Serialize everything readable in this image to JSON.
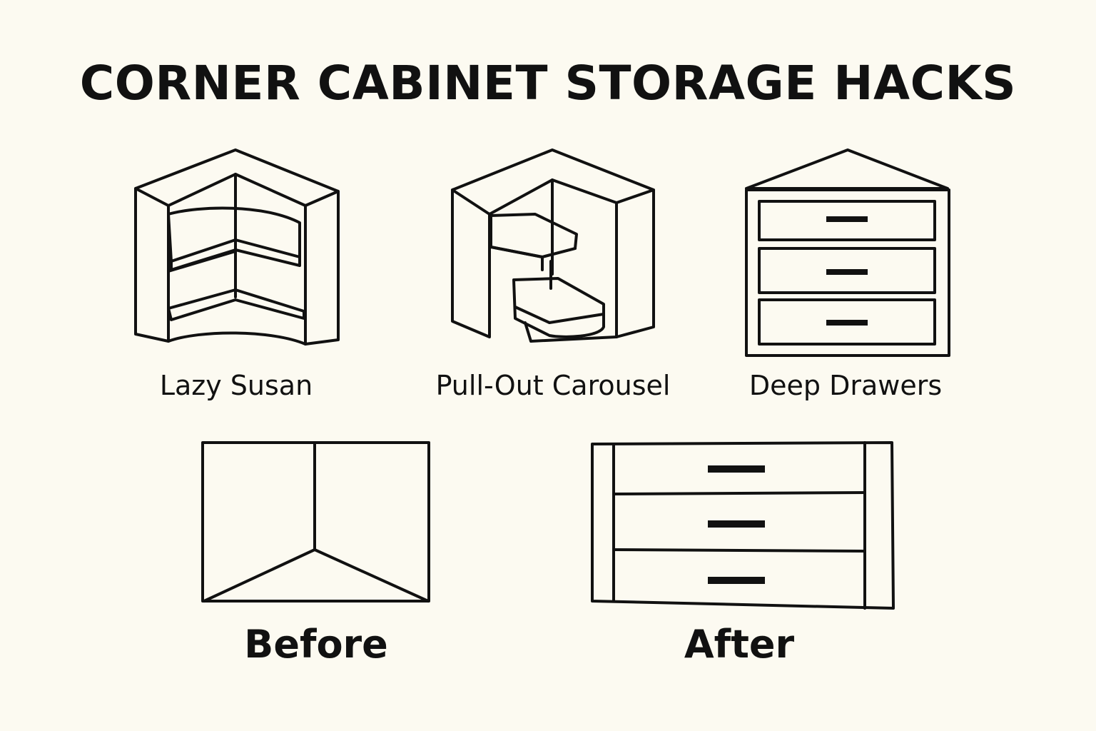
{
  "title": "CORNER CABINET STORAGE HACKS",
  "options": [
    {
      "label": "Lazy Susan",
      "icon": "lazy-susan-cabinet-icon"
    },
    {
      "label": "Pull-Out Carousel",
      "icon": "pull-out-carousel-cabinet-icon"
    },
    {
      "label": "Deep Drawers",
      "icon": "deep-drawers-cabinet-icon"
    }
  ],
  "comparison": {
    "before_label": "Before",
    "after_label": "After",
    "before_icon": "empty-corner-cabinet-icon",
    "after_icon": "drawer-cabinet-icon"
  },
  "colors": {
    "background": "#fcfaf1",
    "ink": "#111111"
  }
}
